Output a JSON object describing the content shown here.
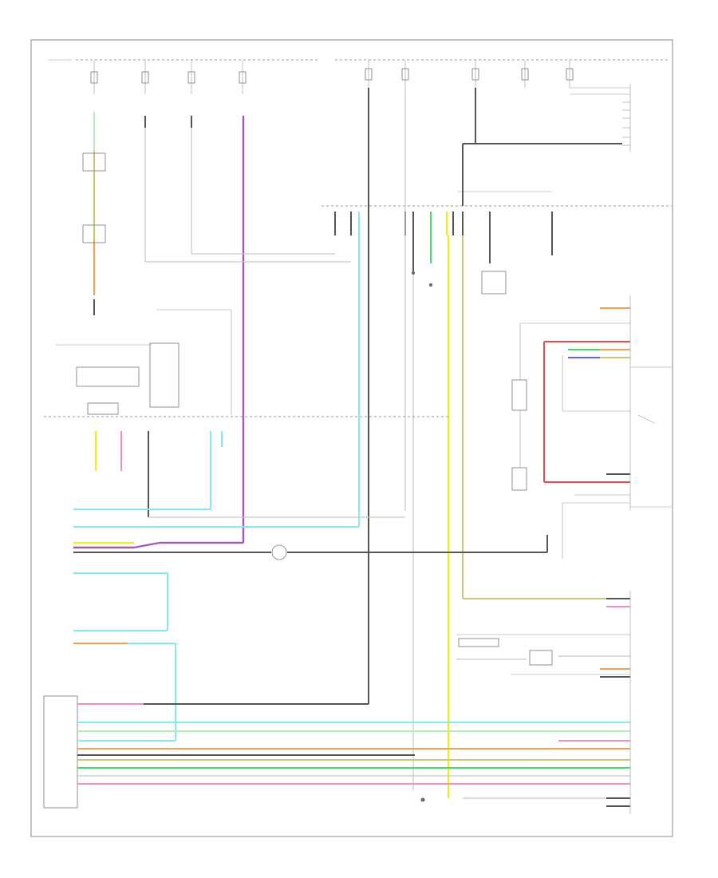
{
  "diagram": {
    "colors": {
      "black": "#555555",
      "grey": "#c8c8c8",
      "yellow": "#f2f200",
      "cyan": "#84ecf0",
      "purple": "#a05ab4",
      "red": "#f04848",
      "pink": "#f090c0",
      "green": "#44dd66",
      "light_green": "#b4f0b4",
      "orange": "#f0a050",
      "blue": "#6060e0",
      "olive": "#c8c878"
    },
    "wire_colors": [
      "black",
      "grey",
      "yellow",
      "cyan",
      "purple",
      "red",
      "pink",
      "green",
      "light_green",
      "orange",
      "blue",
      "olive"
    ]
  }
}
